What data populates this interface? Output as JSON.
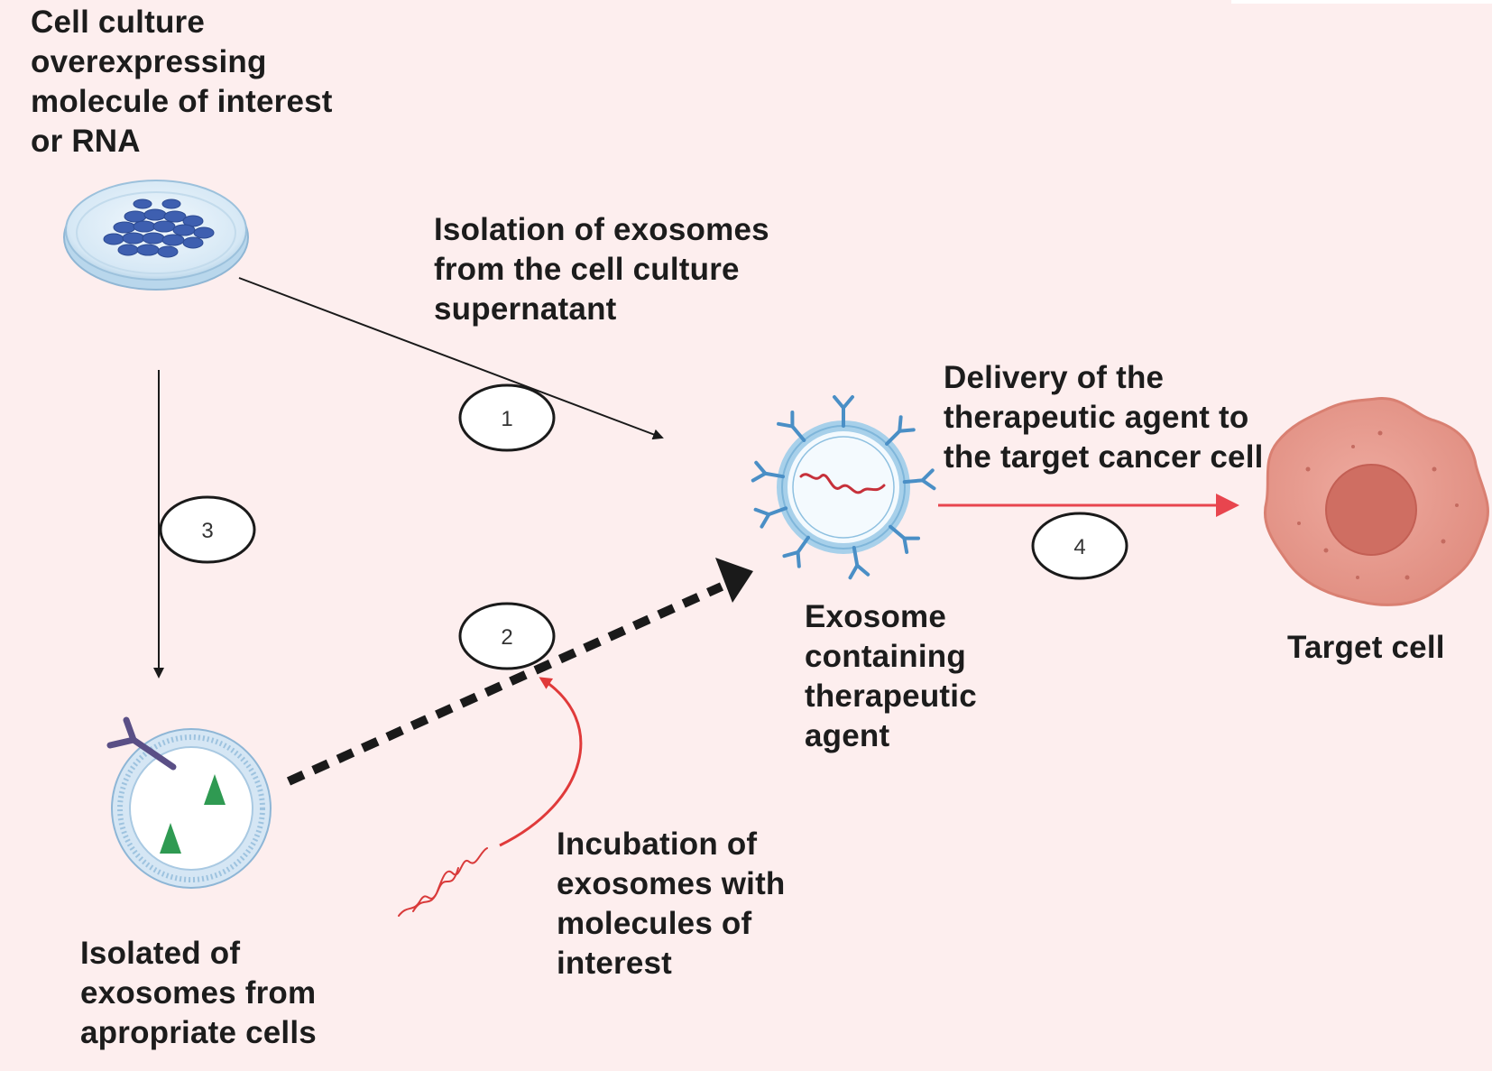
{
  "labels": {
    "cell_culture": [
      "Cell culture",
      "overexpressing",
      "molecule of interest",
      "or RNA"
    ],
    "isolation_supernatant": [
      "Isolation of exosomes",
      "from the cell culture",
      "supernatant"
    ],
    "delivery": [
      "Delivery of the",
      "therapeutic agent to",
      "the target cancer cell"
    ],
    "exosome": [
      "Exosome",
      "containing",
      "therapeutic",
      "agent"
    ],
    "target_cell": [
      "Target cell"
    ],
    "incubation": [
      "Incubation of",
      "exosomes with",
      "molecules of",
      "interest"
    ],
    "isolated_exosomes": [
      "Isolated of",
      "exosomes from",
      "apropriate cells"
    ]
  },
  "steps": [
    "1",
    "2",
    "3",
    "4"
  ],
  "colors": {
    "background": "#fdeeee",
    "arrow_dark": "#1a1a1a",
    "arrow_red": "#e8454e",
    "curve_red": "#e03a3a",
    "dish_cells": "#3e5fb0",
    "exosome_membrane": "#9ecbe6",
    "receptor": "#4a8fc6",
    "rna": "#c6303a",
    "target_cell": "#e79d92",
    "target_nucleus": "#cf6e62",
    "antibody": "#5a4f86",
    "cargo": "#2f9a52"
  }
}
